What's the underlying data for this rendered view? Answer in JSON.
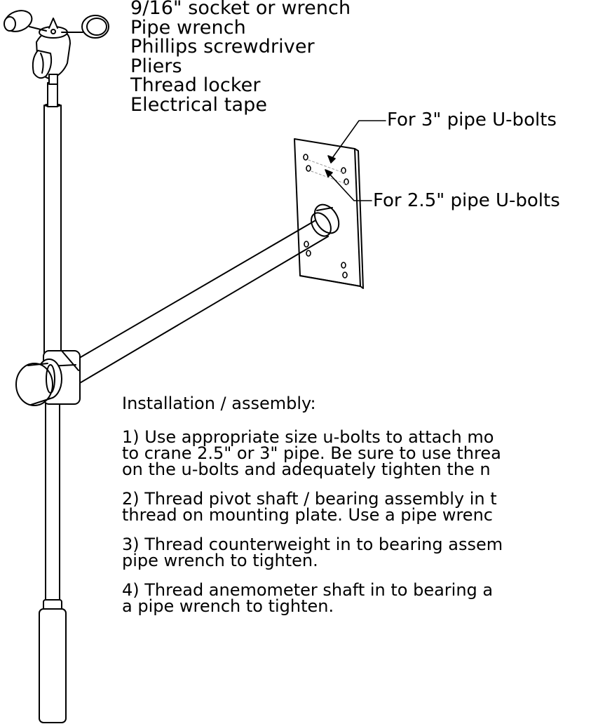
{
  "tools": [
    "9/16\" socket or wrench",
    "Pipe wrench",
    "Phillips screwdriver",
    "Pliers",
    "Thread locker",
    "Electrical tape"
  ],
  "callouts": {
    "three_inch": "For 3\" pipe U-bolts",
    "two_half_inch": "For 2.5\" pipe U-bolts"
  },
  "instructions": {
    "heading": "Installation / assembly:",
    "steps": [
      "1) Use appropriate size u-bolts to attach mo\nto crane 2.5\" or 3\" pipe. Be sure to use threa\non the u-bolts and adequately tighten the n",
      "2) Thread pivot shaft / bearing assembly in t\nthread on mounting plate. Use a pipe wrenc",
      "3) Thread counterweight in to bearing assem\npipe wrench to tighten.",
      "4) Thread anemometer shaft in to bearing a\na pipe wrench to tighten."
    ]
  }
}
